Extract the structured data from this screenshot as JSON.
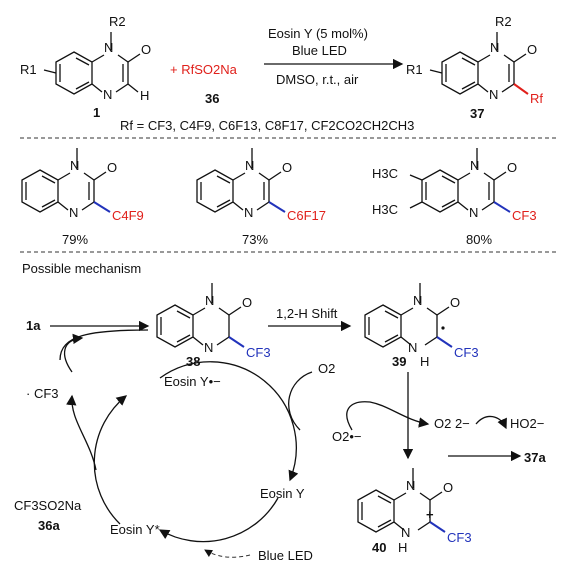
{
  "reaction": {
    "r2": "R2",
    "r1": "R1",
    "plus_reagent": "+ RfSO2Na",
    "n1": "N",
    "n4": "N",
    "o": "O",
    "h": "H",
    "compound_1": "1",
    "compound_36": "36",
    "compound_37": "37",
    "cond_line1": "Eosin Y (5 mol%)",
    "cond_line2": "Blue LED",
    "cond_line3": "DMSO, r.t., air",
    "rf_label": "Rf",
    "rf_definition": "Rf = CF3, C4F9, C6F13, C8F17, CF2CO2CH2CH3"
  },
  "examples": [
    {
      "substituent": "C4F9",
      "yield": "79%"
    },
    {
      "substituent": "C6F17",
      "yield": "73%"
    },
    {
      "substituent": "CF3",
      "yield": "80%",
      "ring_sub1": "H3C",
      "ring_sub2": "H3C"
    }
  ],
  "mechanism": {
    "title": "Possible mechanism",
    "start": "1a",
    "shift_label": "1,2-H Shift",
    "int38": "38",
    "int39": "39",
    "int40": "40",
    "cf3_radical": "· CF3",
    "reagent": "CF3SO2Na",
    "reagent_id": "36a",
    "eosin_radical_anion": "Eosin Y•−",
    "eosin": "Eosin Y",
    "eosin_excited": "Eosin Y*",
    "blue_led": "Blue LED",
    "o2": "O2",
    "o2_radical": "O2•−",
    "o2_dianion": "O2 2−",
    "hydroperoxide": "HO2−",
    "product": "37a",
    "cf3": "CF3",
    "nh": "N H",
    "h": "H",
    "plus": "+"
  },
  "colors": {
    "red": "#e0201b",
    "blue": "#2233bb",
    "black": "#111111"
  }
}
